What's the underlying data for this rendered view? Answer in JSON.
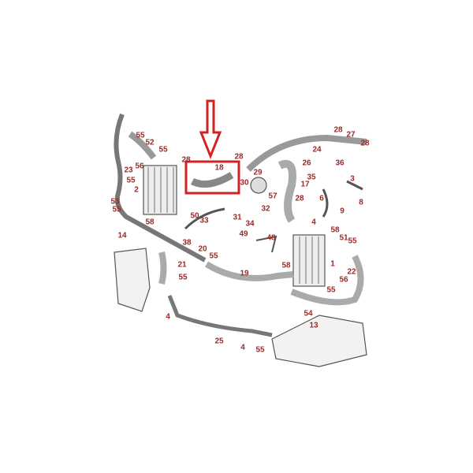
{
  "colors": {
    "label": "#9b2a2a",
    "highlight": "#d42020",
    "line": "#555555"
  },
  "highlight": {
    "part": "18"
  },
  "labels": [
    "55",
    "52",
    "55",
    "28",
    "23",
    "56",
    "18",
    "28",
    "55",
    "2",
    "30",
    "29",
    "57",
    "53",
    "55",
    "32",
    "50",
    "33",
    "31",
    "34",
    "58",
    "38",
    "49",
    "48",
    "14",
    "20",
    "55",
    "21",
    "55",
    "19",
    "4",
    "25",
    "4",
    "55",
    "13",
    "54",
    "28",
    "27",
    "28",
    "24",
    "26",
    "36",
    "35",
    "17",
    "3",
    "6",
    "8",
    "28",
    "9",
    "4",
    "58",
    "51",
    "55",
    "1",
    "22",
    "56",
    "55",
    "58"
  ]
}
